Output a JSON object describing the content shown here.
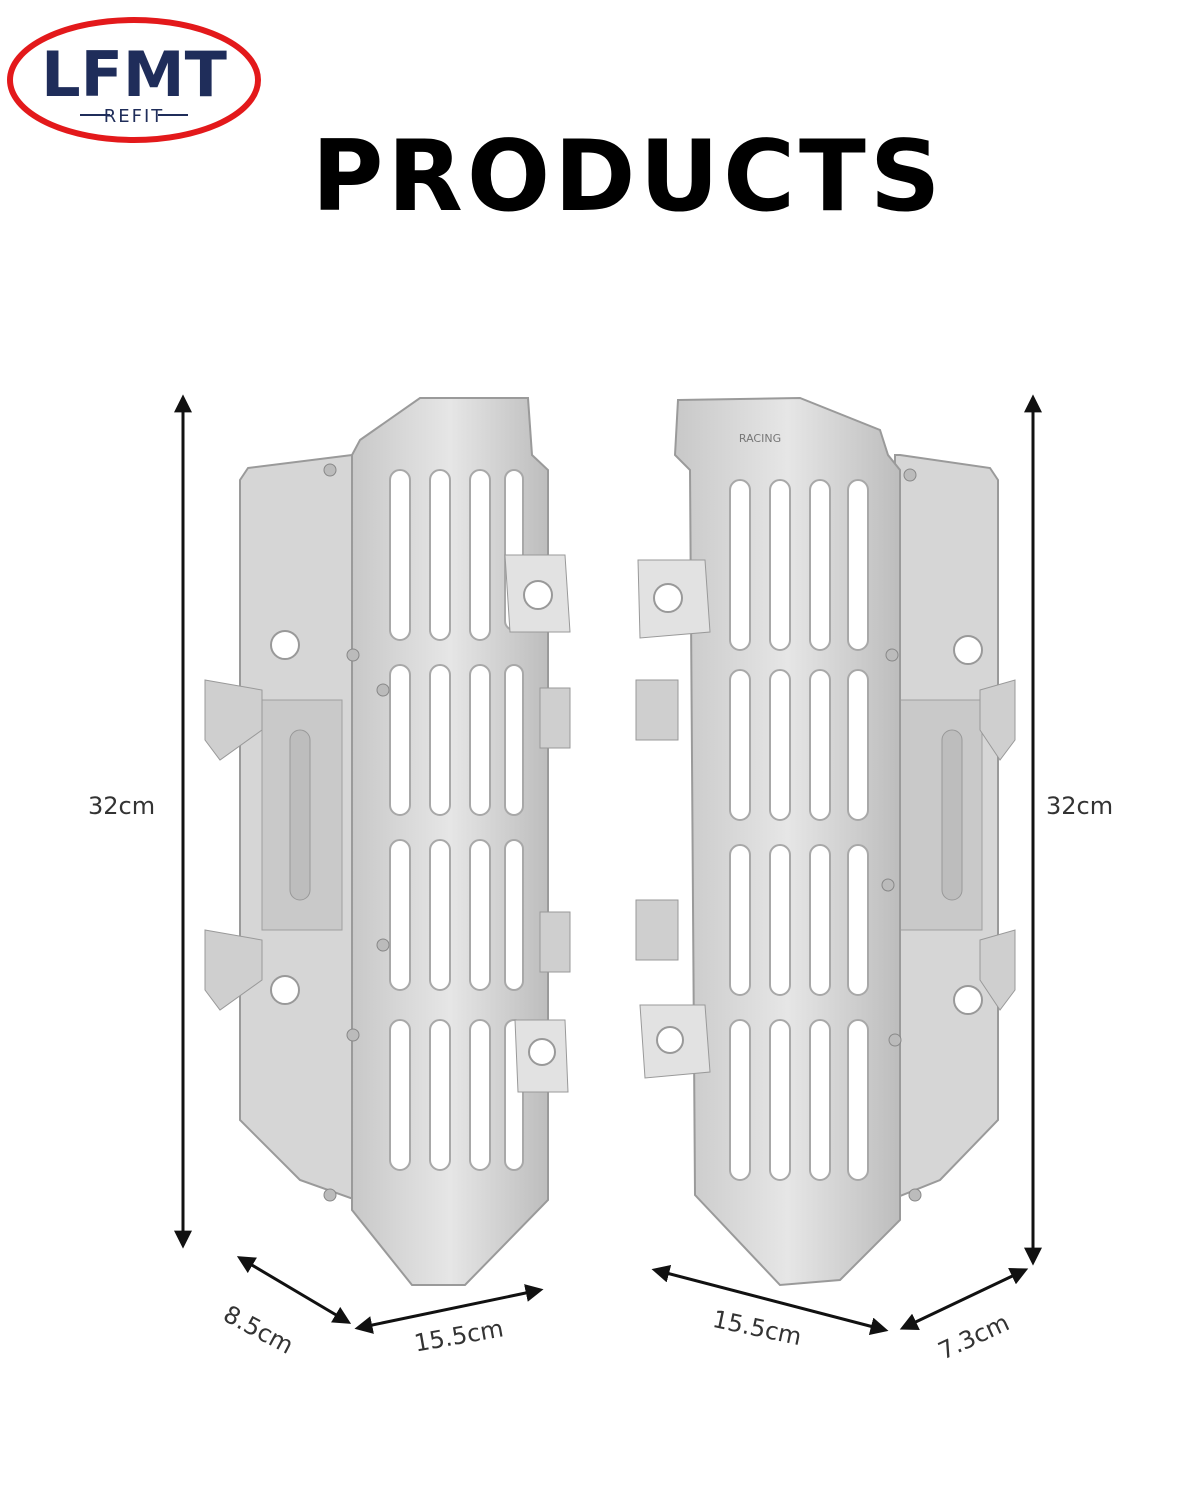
{
  "logo": {
    "main": "LFMT",
    "sub": "REFIT",
    "ring_color": "#e3191b",
    "text_color": "#1f2d5a"
  },
  "title": "PRODUCTS",
  "left_product": {
    "height": "32cm",
    "depth": "8.5cm",
    "width": "15.5cm"
  },
  "right_product": {
    "brand_text": "RACING",
    "height": "32cm",
    "width": "15.5cm",
    "depth": "7.3cm"
  },
  "colors": {
    "metal": "#d4d4d4",
    "metal_dark": "#9e9e9e",
    "metal_light": "#ececec",
    "arrow": "#111111"
  }
}
